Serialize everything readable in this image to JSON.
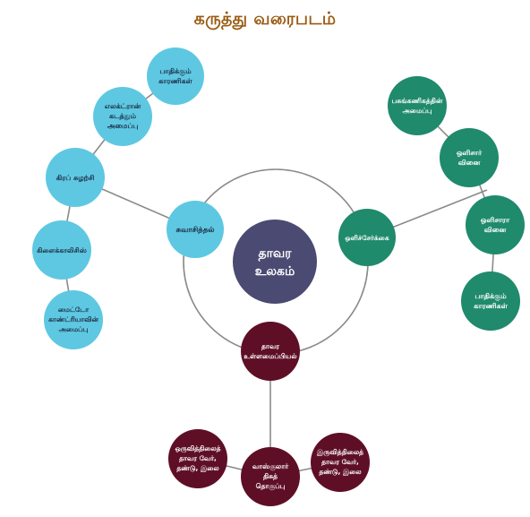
{
  "title": "கருத்து வரைபடம்",
  "colors": {
    "title": "#9a5b12",
    "light_blue": "#5ec8e2",
    "green": "#1f8a6c",
    "maroon": "#5e0f26",
    "center": "#4a4a72",
    "line": "#8a8a8a"
  },
  "center": {
    "lines": [
      "தாவர",
      "உலகம்"
    ]
  },
  "nodes": {
    "breathing": {
      "lines": [
        "சுவாசித்தல்"
      ]
    },
    "photosynthesis": {
      "lines": [
        "ஒளிச்சேர்க்கை"
      ]
    },
    "plant_structure": {
      "lines": [
        "தாவர",
        "உள்ளமைப்பியல்"
      ]
    },
    "krebs_cycle": {
      "lines": [
        "கிரப் சுழற்சி"
      ]
    },
    "electron_transport": {
      "lines": [
        "எலக்ட்ரான்",
        "கடத்தும்",
        "அமைப்பு"
      ]
    },
    "affecting_factors_left": {
      "lines": [
        "பாதிக்கும்",
        "காரணிகள்"
      ]
    },
    "glycolysis": {
      "lines": [
        "கிளைக்காலிசிஸ்"
      ]
    },
    "mitochondria": {
      "lines": [
        "மைட்டோ",
        "காண்ட்ரியாவின்",
        "அமைப்பு"
      ]
    },
    "chloroplast": {
      "lines": [
        "பசுங்கணிகத்தின்",
        "அமைப்பு"
      ]
    },
    "light_reaction": {
      "lines": [
        "ஒளிசார்",
        "வினை"
      ]
    },
    "dark_reaction": {
      "lines": [
        "ஒளிசாரா",
        "வினை"
      ]
    },
    "affecting_factors_right": {
      "lines": [
        "பாதிக்கும்",
        "காரணிகள்"
      ]
    },
    "tissue_system": {
      "lines": [
        "வாஸ்குலார்",
        "திசுத்",
        "தொகுப்பு"
      ]
    },
    "monocot": {
      "lines": [
        "ஒருவித்திலைத்",
        "தாவர வேர்,",
        "தண்டு, இலை"
      ]
    },
    "dicot": {
      "lines": [
        "இருவித்திலைத்",
        "தாவர வேர்,",
        "தண்டு, இலை"
      ]
    }
  }
}
